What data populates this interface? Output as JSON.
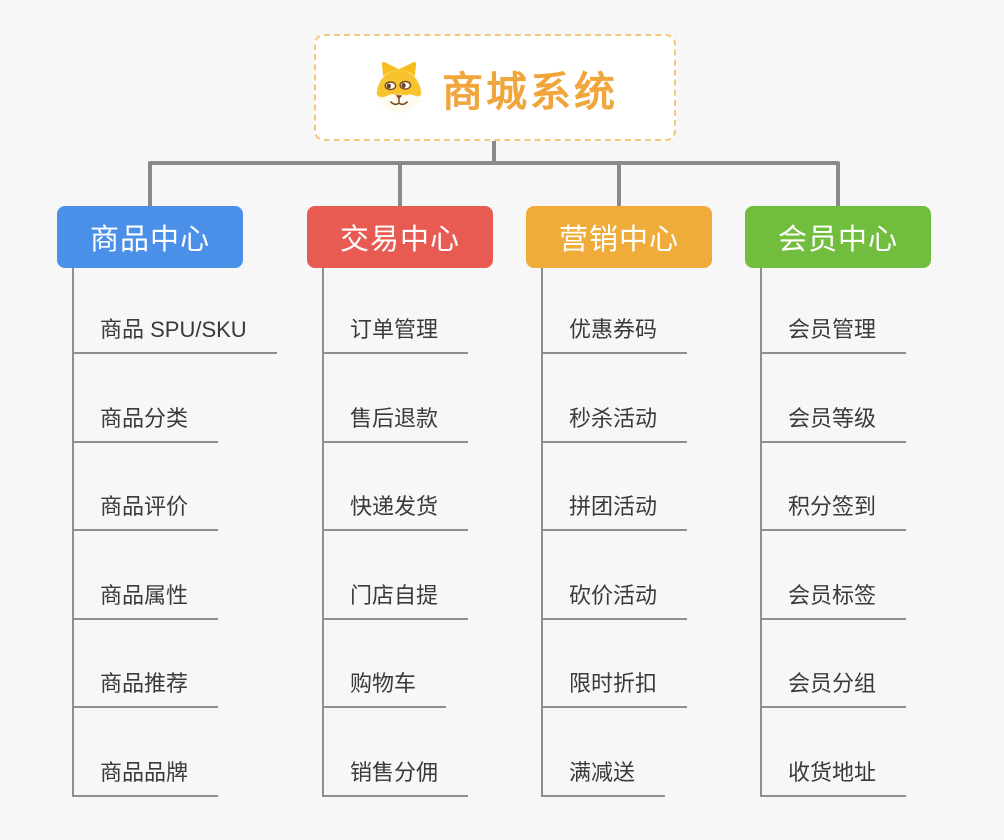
{
  "page": {
    "background_color": "#f7f7f8"
  },
  "root": {
    "title": "商城系统",
    "title_color": "#f0a63c",
    "border_color": "#f2c87c",
    "icon": "shiba-dog-icon"
  },
  "connectors": {
    "tree_line_color": "#8a8a8a",
    "branch_line_color": "#8f8f8f"
  },
  "branches": [
    {
      "id": "product-center",
      "label": "商品中心",
      "color": "#4a90e8",
      "items": [
        "商品 SPU/SKU",
        "商品分类",
        "商品评价",
        "商品属性",
        "商品推荐",
        "商品品牌"
      ]
    },
    {
      "id": "trade-center",
      "label": "交易中心",
      "color": "#e85b53",
      "items": [
        "订单管理",
        "售后退款",
        "快递发货",
        "门店自提",
        "购物车",
        "销售分佣"
      ]
    },
    {
      "id": "marketing-center",
      "label": "营销中心",
      "color": "#efac3b",
      "items": [
        "优惠券码",
        "秒杀活动",
        "拼团活动",
        "砍价活动",
        "限时折扣",
        "满减送"
      ]
    },
    {
      "id": "member-center",
      "label": "会员中心",
      "color": "#71be3e",
      "items": [
        "会员管理",
        "会员等级",
        "积分签到",
        "会员标签",
        "会员分组",
        "收货地址"
      ]
    }
  ]
}
